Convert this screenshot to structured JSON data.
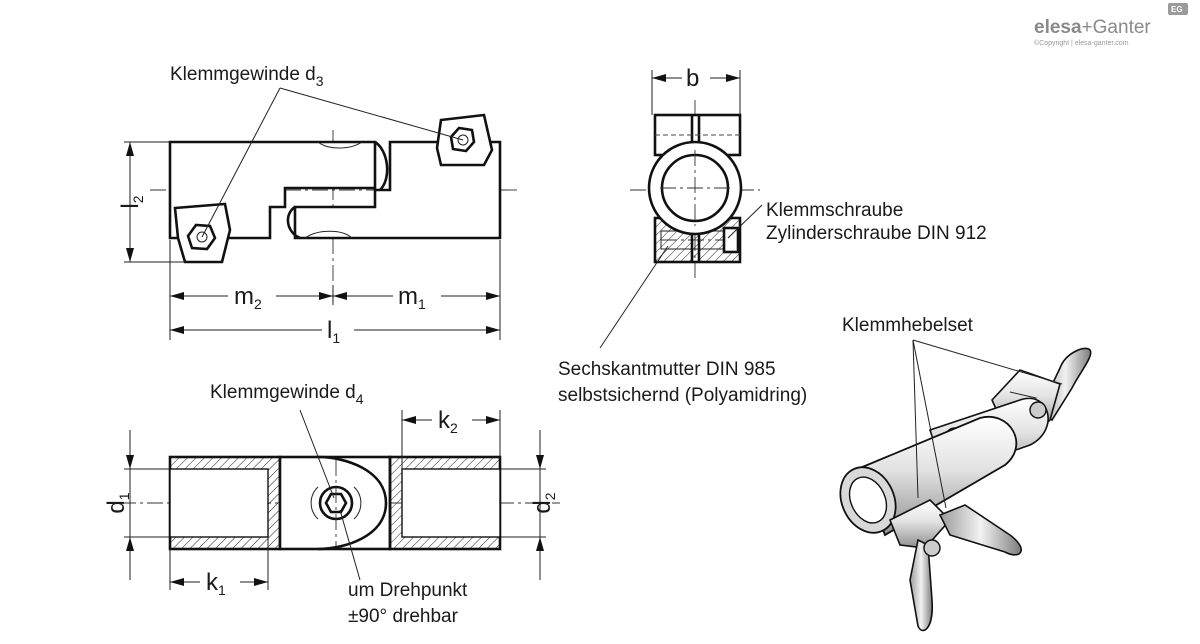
{
  "logo": {
    "brand_left": "elesa",
    "brand_plus": "+",
    "brand_right": "Ganter",
    "copyright": "©Copyright | elesa-ganter.com",
    "badge": "EG"
  },
  "labels": {
    "klemmgewinde_d3_text": "Klemmgewinde d",
    "klemmgewinde_d3_sub": "3",
    "klemmgewinde_d4_text": "Klemmgewinde d",
    "klemmgewinde_d4_sub": "4",
    "klemmschraube": "Klemmschraube",
    "zylinderschraube": "Zylinderschraube DIN 912",
    "sechskantmutter": "Sechskantmutter DIN 985",
    "selbstsichernd": "selbstsichernd (Polyamidring)",
    "klemmhebelset": "Klemmhebelset",
    "drehpunkt": "um Drehpunkt",
    "drehbar": "±90° drehbar"
  },
  "dimensions": {
    "l1": {
      "main": "l",
      "sub": "1"
    },
    "l2": {
      "main": "l",
      "sub": "2"
    },
    "m1": {
      "main": "m",
      "sub": "1"
    },
    "m2": {
      "main": "m",
      "sub": "2"
    },
    "b": {
      "main": "b",
      "sub": ""
    },
    "k1": {
      "main": "k",
      "sub": "1"
    },
    "k2": {
      "main": "k",
      "sub": "2"
    },
    "d1": {
      "main": "d",
      "sub": "1"
    },
    "d2": {
      "main": "d",
      "sub": "2"
    }
  }
}
